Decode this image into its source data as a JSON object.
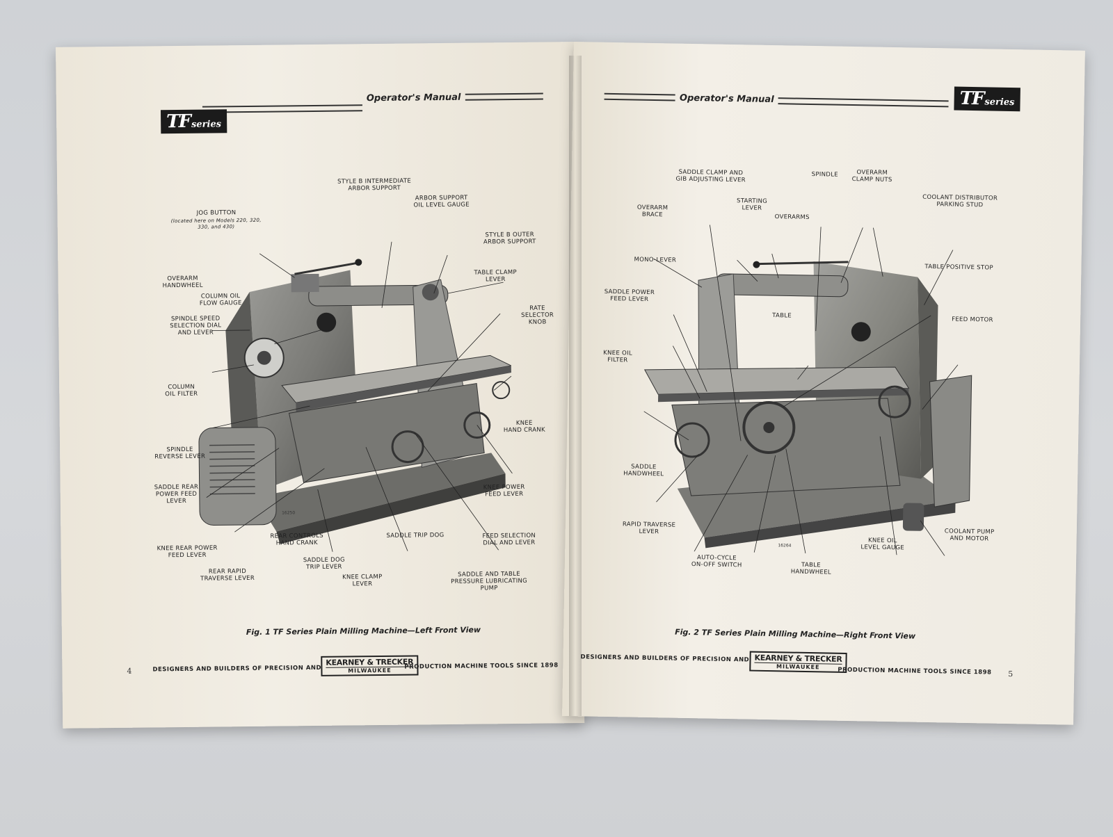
{
  "left_page": {
    "header_title": "Operator's Manual",
    "logo": {
      "tf": "TF",
      "series": "series"
    },
    "callouts": [
      "STYLE B INTERMEDIATE\nARBOR SUPPORT",
      "ARBOR SUPPORT\nOIL LEVEL GAUGE",
      "JOG BUTTON",
      "(located here on Models 220, 320,\n330, and 430)",
      "STYLE B OUTER\nARBOR SUPPORT",
      "OVERARM\nHANDWHEEL",
      "TABLE CLAMP\nLEVER",
      "COLUMN OIL\nFLOW GAUGE",
      "RATE\nSELECTOR\nKNOB",
      "SPINDLE SPEED\nSELECTION DIAL\nAND LEVER",
      "COLUMN\nOIL FILTER",
      "KNEE\nHAND CRANK",
      "SPINDLE\nREVERSE LEVER",
      "KNEE POWER\nFEED LEVER",
      "SADDLE REAR\nPOWER FEED\nLEVER",
      "REAR CONTROLS\nHAND CRANK",
      "SADDLE TRIP DOG",
      "FEED SELECTION\nDIAL AND LEVER",
      "KNEE REAR POWER\nFEED LEVER",
      "SADDLE DOG\nTRIP LEVER",
      "REAR RAPID\nTRAVERSE LEVER",
      "KNEE CLAMP\nLEVER",
      "SADDLE AND TABLE\nPRESSURE LUBRICATING\nPUMP"
    ],
    "figure_number": "16250",
    "caption": "Fig. 1   TF Series Plain Milling Machine—Left Front View",
    "footer_left": "DESIGNERS AND BUILDERS OF PRECISION AND",
    "footer_right": "PRODUCTION MACHINE TOOLS SINCE 1898",
    "page_number": "4"
  },
  "right_page": {
    "header_title": "Operator's Manual",
    "logo": {
      "tf": "TF",
      "series": "series"
    },
    "callouts": [
      "SADDLE CLAMP AND\nGIB ADJUSTING LEVER",
      "SPINDLE",
      "OVERARM\nCLAMP NUTS",
      "STARTING\nLEVER",
      "COOLANT DISTRIBUTOR\nPARKING STUD",
      "OVERARM\nBRACE",
      "OVERARMS",
      "MONO-LEVER",
      "TABLE POSITIVE STOP",
      "SADDLE POWER\nFEED LEVER",
      "TABLE",
      "FEED MOTOR",
      "KNEE OIL\nFILTER",
      "SADDLE\nHANDWHEEL",
      "RAPID TRAVERSE\nLEVER",
      "KNEE OIL\nLEVEL GAUGE",
      "COOLANT PUMP\nAND MOTOR",
      "AUTO-CYCLE\nON-OFF SWITCH",
      "TABLE\nHANDWHEEL"
    ],
    "figure_number": "16264",
    "caption": "Fig. 2   TF Series Plain Milling Machine—Right Front View",
    "footer_left": "DESIGNERS AND BUILDERS OF PRECISION AND",
    "footer_right": "PRODUCTION MACHINE TOOLS SINCE 1898",
    "page_number": "5"
  },
  "brand_logo": {
    "line1": "KEARNEY & TRECKER",
    "line2": "MILWAUKEE"
  }
}
